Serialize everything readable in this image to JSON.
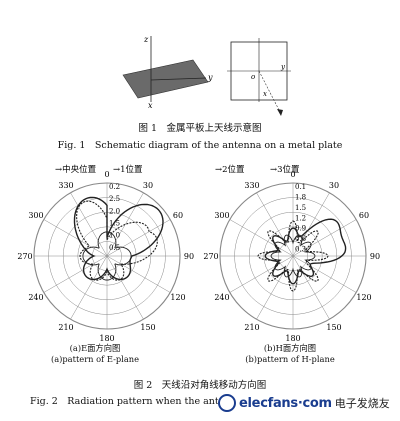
{
  "fig1": {
    "caption_zh": "图 1　金属平板上天线示意图",
    "caption_en": "Fig. 1　Schematic diagram of the antenna on a metal plate",
    "labels_3d": {
      "z": "z",
      "y": "y",
      "x": "x"
    },
    "labels_top": {
      "o": "o",
      "y": "y",
      "x": "x"
    }
  },
  "fig2": {
    "caption_zh": "图 2　天线沿对角线移动方向图",
    "caption_en_visible": "Fig. 2　Radiation pattern when the antenna moving diagonally",
    "a": {
      "legend": [
        {
          "marker": "→",
          "label": "中央位置"
        },
        {
          "marker": "→",
          "label": "1位置"
        }
      ],
      "angle_labels": {
        "0": "0",
        "30": "30",
        "60": "60",
        "90": "90",
        "120": "120",
        "150": "150",
        "180": "180",
        "210": "210",
        "240": "240",
        "270": "270",
        "300": "300",
        "330": "330"
      },
      "radial_labels": [
        "0.2",
        "2.5",
        "2.0",
        "1.5",
        "1.0",
        "0.5"
      ],
      "caption_zh": "(a)E面方向图",
      "caption_en": "(a)pattern of E-plane"
    },
    "b": {
      "legend": [
        {
          "marker": "→",
          "label": "2位置"
        },
        {
          "marker": "→",
          "label": "3位置"
        }
      ],
      "angle_labels": {
        "0": "0",
        "30": "30",
        "60": "60",
        "90": "90",
        "120": "120",
        "150": "150",
        "180": "180",
        "210": "210",
        "240": "240",
        "270": "270",
        "300": "300",
        "330": "330"
      },
      "radial_labels": [
        "0.1",
        "1.8",
        "1.5",
        "1.2",
        "0.9",
        "0.6",
        "0.3"
      ],
      "caption_zh": "(b)H面方向图",
      "caption_en": "(b)pattern of H-plane"
    }
  },
  "watermark": {
    "text": "elecfans·com",
    "chinese": "电子发烧友"
  }
}
